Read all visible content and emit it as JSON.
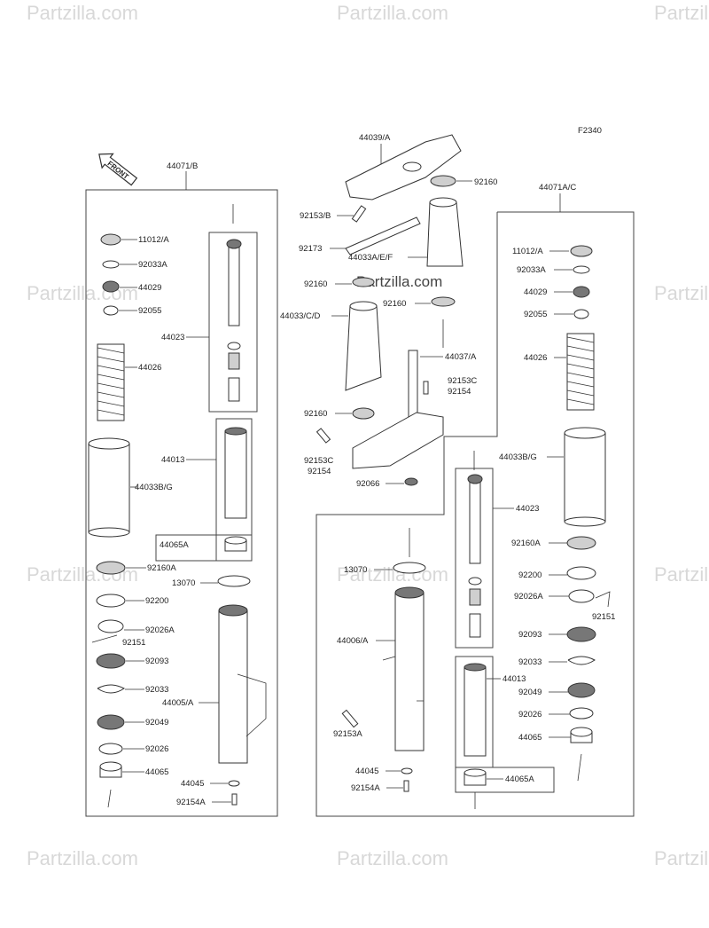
{
  "figure_code": "F2340",
  "front_arrow_label": "FRONT",
  "watermark_text": "Partzilla.com",
  "center_watermark": "Partzilla.com",
  "labels": {
    "left_fork_assy": "44071/B",
    "right_fork_assy": "44071A/C",
    "top_bracket": "44039/A",
    "oil_seal_top": "92160",
    "bolt_92153b": "92153/B",
    "clamp_92173": "92173",
    "cover_44033aef": "44033A/E/F",
    "seal_92160_left_mid": "92160",
    "seal_92160_right_mid": "92160",
    "cover_44033cd": "44033/C/D",
    "stem_44037a": "44037/A",
    "bolt_92153c_a": "92153C",
    "bolt_92154_a": "92154",
    "seal_92160_lower": "92160",
    "bolt_92153c_b": "92153C",
    "bolt_92154_b": "92154",
    "nut_92066": "92066",
    "l_11012a": "11012/A",
    "l_92033a": "92033A",
    "l_44029": "44029",
    "l_92055": "92055",
    "l_44023": "44023",
    "l_44026": "44026",
    "l_44013": "44013",
    "l_44033bg": "44033B/G",
    "l_44065a": "44065A",
    "l_92160a": "92160A",
    "l_13070": "13070",
    "l_92200": "92200",
    "l_92026a": "92026A",
    "l_92151": "92151",
    "l_92093": "92093",
    "l_92033": "92033",
    "l_44005a": "44005/A",
    "l_92049": "92049",
    "l_92026": "92026",
    "l_44065": "44065",
    "l_44045": "44045",
    "l_92154a": "92154A",
    "r_11012a": "11012/A",
    "r_92033a": "92033A",
    "r_44029": "44029",
    "r_92055": "92055",
    "r_44026": "44026",
    "r_44033bg": "44033B/G",
    "r_44023": "44023",
    "r_92160a": "92160A",
    "r_92200": "92200",
    "r_92026a": "92026A",
    "r_92151": "92151",
    "r_92093": "92093",
    "r_92033": "92033",
    "r_44013": "44013",
    "r_92049": "92049",
    "r_92026": "92026",
    "r_44065": "44065",
    "r_44065a": "44065A",
    "m_13070": "13070",
    "m_44006a": "44006/A",
    "m_92153a": "92153A",
    "m_44045": "44045",
    "m_92154a": "92154A"
  }
}
